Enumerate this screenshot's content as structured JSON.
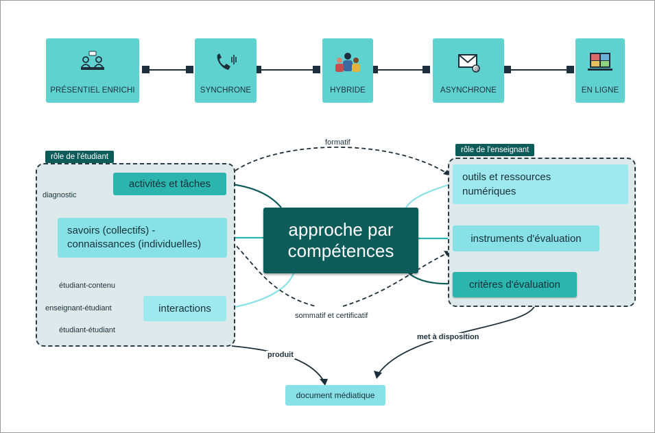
{
  "modes": [
    {
      "label": "PRÉSENTIEL ENRICHI",
      "icon": "classroom-meeting-icon"
    },
    {
      "label": "SYNCHRONE",
      "icon": "phone-call-icon"
    },
    {
      "label": "HYBRIDE",
      "icon": "group-people-icon"
    },
    {
      "label": "ASYNCHRONE",
      "icon": "email-icon"
    },
    {
      "label": "EN LIGNE",
      "icon": "video-conference-icon"
    }
  ],
  "student_panel": {
    "tag": "rôle de l'étudiant",
    "activities": "activités et tâches",
    "knowledge_line1": "savoirs (collectifs) -",
    "knowledge_line2": "connaissances (individuelles)",
    "interactions": "interactions",
    "interaction_types": [
      "étudiant-contenu",
      "enseignant-étudiant",
      "étudiant-étudiant"
    ],
    "diagnostic": "diagnostic"
  },
  "teacher_panel": {
    "tag": "rôle de l'enseignant",
    "tools_line1": "outils et ressources",
    "tools_line2": "numériques",
    "instruments": "instruments d'évaluation",
    "criteria": "critères d'évaluation"
  },
  "central": {
    "line1": "approche par",
    "line2": "compétences"
  },
  "labels": {
    "formatif": "formatif",
    "sommatif": "sommatif et certificatif",
    "produit": "produit",
    "met_a_disposition": "met à disposition"
  },
  "document": "document médiatique",
  "colors": {
    "mode_box": "#5fd1cf",
    "dark_teal": "#0e5c5a",
    "medium_teal": "#2bb5ae",
    "light_teal": "#87e1e6",
    "panel_fill": "#dde9ea"
  }
}
